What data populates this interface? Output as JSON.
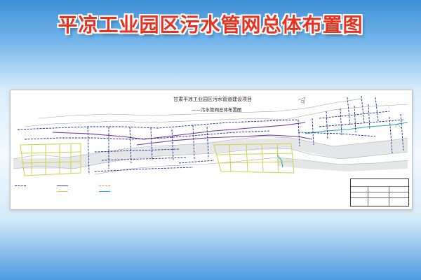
{
  "banner": {
    "title": "平凉工业园区污水管网总体布置图"
  },
  "drawing": {
    "title_line1": "甘肃平凉工业园区污水管道建设项目",
    "title_line2": "——污水管网总体布置图"
  },
  "legend": [
    {
      "kind": "planned-sewer",
      "color": "#1e2d8a"
    },
    {
      "kind": "main-sewer",
      "color": "#6b2fa3"
    },
    {
      "kind": "trunk-sewer",
      "color": "#d8d23a"
    },
    {
      "kind": "branch-sewer",
      "color": "#e0a020"
    },
    {
      "kind": "river-pipe",
      "color": "#1fa6c4"
    }
  ],
  "colors": {
    "banner_text": "#e8321f",
    "sewer_main": "#1e2d8a",
    "sewer_trunk": "#6b2fa3",
    "sewer_zone": "#cfd14a",
    "river": "#1fa6c4",
    "terrain": "#8e9294"
  }
}
